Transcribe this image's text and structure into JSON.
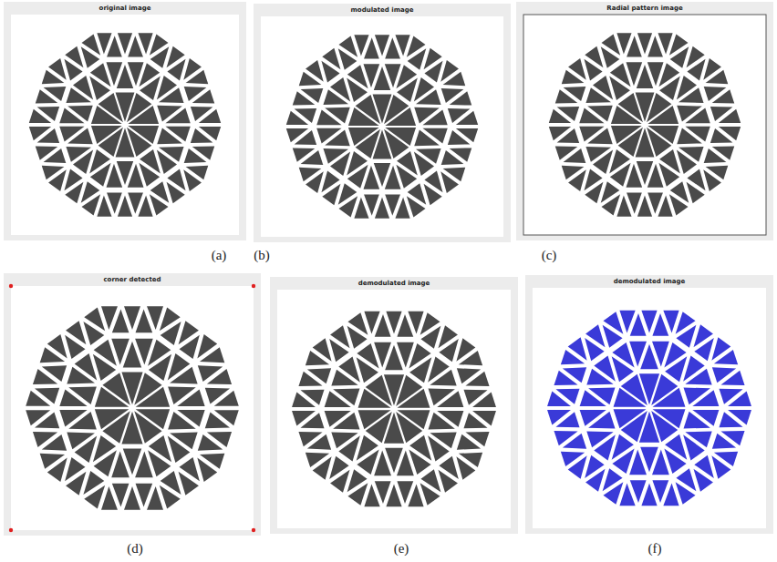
{
  "diagram": {
    "labels": [
      "original image",
      "modulated image",
      "Radial pattern image",
      "corner detected",
      "demodulated image",
      "demodulated image",
      "(a)",
      "(b)",
      "(c)",
      "(d)",
      "(e)",
      "(f)"
    ]
  }
}
